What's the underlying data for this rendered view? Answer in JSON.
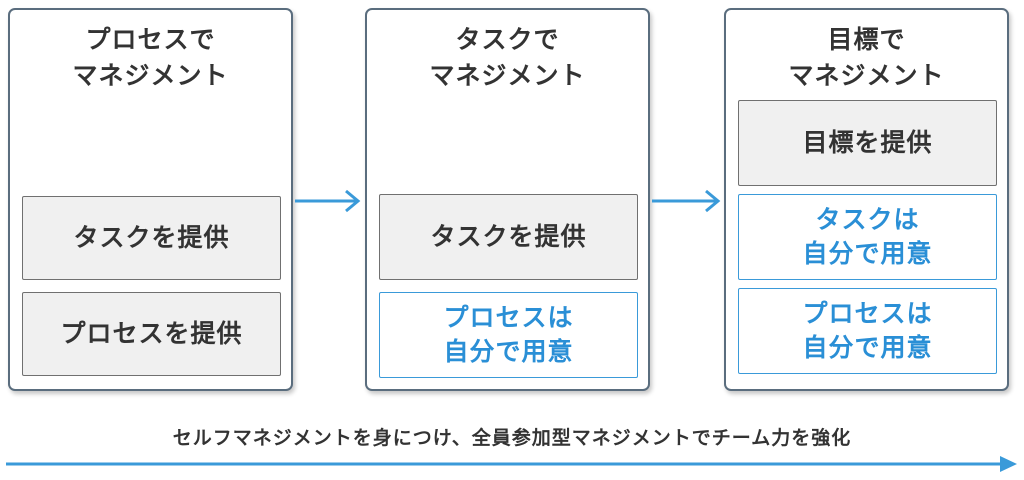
{
  "panels": [
    {
      "title": "プロセスで\nマネジメント",
      "boxes": [
        {
          "label": "タスクを提供",
          "style": "gray"
        },
        {
          "label": "プロセスを提供",
          "style": "gray"
        }
      ]
    },
    {
      "title": "タスクで\nマネジメント",
      "boxes": [
        {
          "label": "タスクを提供",
          "style": "gray"
        },
        {
          "label": "プロセスは\n自分で用意",
          "style": "blue"
        }
      ]
    },
    {
      "title": "目標で\nマネジメント",
      "boxes": [
        {
          "label": "目標を提供",
          "style": "gray"
        },
        {
          "label": "タスクは\n自分で用意",
          "style": "blue"
        },
        {
          "label": "プロセスは\n自分で用意",
          "style": "blue"
        }
      ]
    }
  ],
  "caption": "セルフマネジメントを身につけ、全員参加型マネジメントでチーム力を強化",
  "colors": {
    "accent_blue": "#3a9ad9",
    "text_dark": "#333333",
    "box_gray": "#f0f0f0",
    "panel_border": "#5a6d7e"
  }
}
